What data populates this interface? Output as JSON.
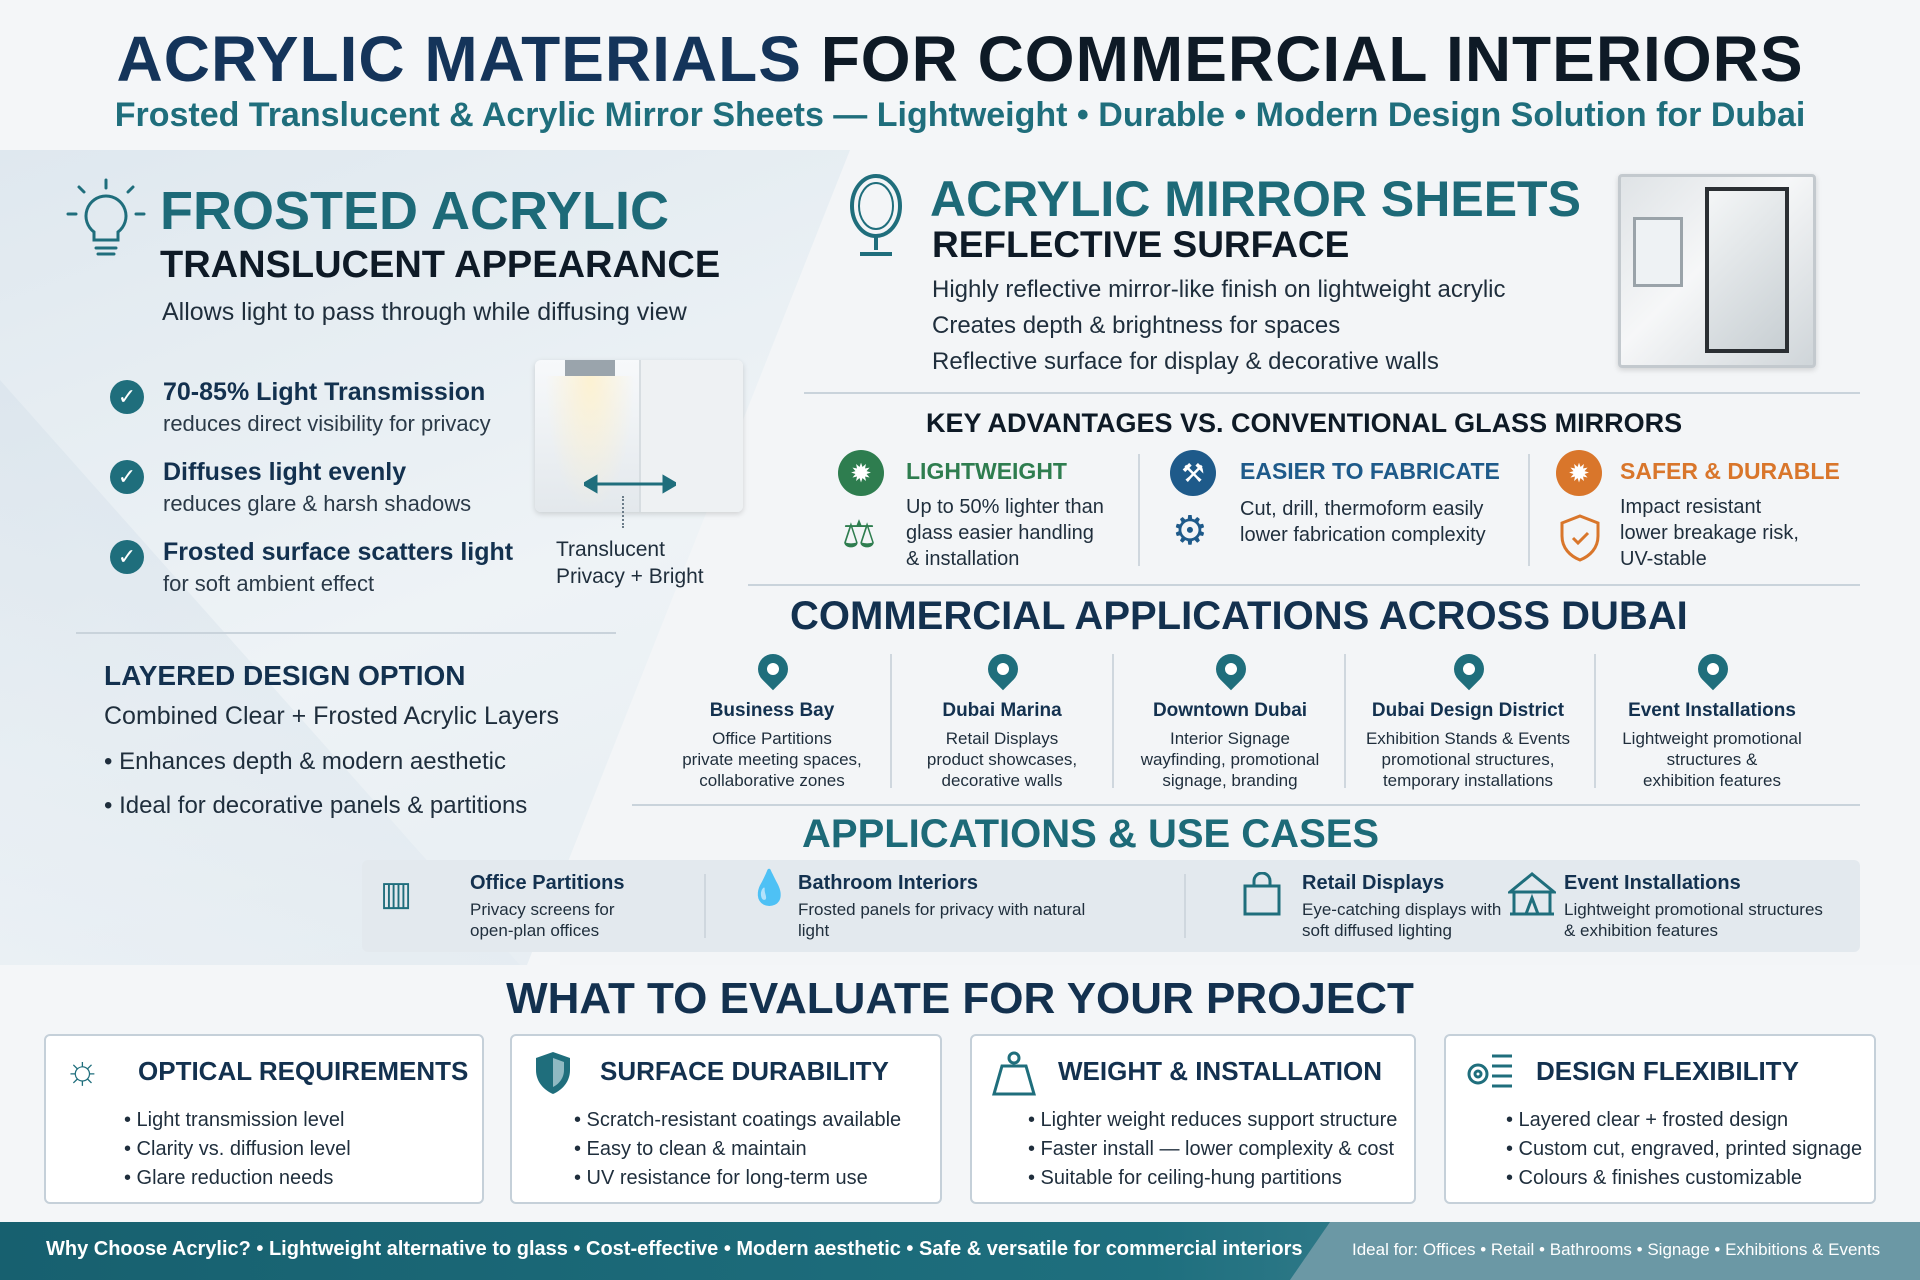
{
  "header": {
    "title_part1": "ACRYLIC MATERIALS",
    "title_part2": "FOR COMMERCIAL INTERIORS",
    "subtitle": "Frosted Translucent & Acrylic Mirror Sheets — Lightweight • Durable • Modern Design Solution for Dubai"
  },
  "frosted": {
    "title": "FROSTED ACRYLIC",
    "subtitle": "TRANSLUCENT APPEARANCE",
    "description": "Allows light to pass through while diffusing view",
    "features": [
      {
        "title": "70-85% Light Transmission",
        "sub": "reduces direct visibility for privacy"
      },
      {
        "title": "Diffuses light evenly",
        "sub": "reduces glare & harsh shadows"
      },
      {
        "title": "Frosted surface scatters light",
        "sub": "for soft ambient effect"
      }
    ],
    "image_caption_line1": "Translucent",
    "image_caption_line2": "Privacy + Bright",
    "layered_title": "LAYERED DESIGN OPTION",
    "layered_sub": "Combined Clear + Frosted Acrylic Layers",
    "layered_bullets": [
      "• Enhances depth & modern aesthetic",
      "• Ideal for decorative panels & partitions"
    ]
  },
  "mirror": {
    "title": "ACRYLIC MIRROR SHEETS",
    "subtitle": "REFLECTIVE SURFACE",
    "lines": [
      "Highly reflective mirror-like finish on lightweight acrylic",
      "Creates depth & brightness for spaces",
      "Reflective surface for display & decorative walls"
    ]
  },
  "advantages": {
    "heading": "KEY ADVANTAGES VS. CONVENTIONAL GLASS MIRRORS",
    "items": [
      {
        "title": "LIGHTWEIGHT",
        "color": "#2e7d4f",
        "text": [
          "Up to 50% lighter than",
          "glass easier handling",
          "& installation"
        ]
      },
      {
        "title": "EASIER TO FABRICATE",
        "color": "#1e5a8a",
        "text": [
          "Cut, drill, thermoform easily",
          "lower fabrication complexity"
        ]
      },
      {
        "title": "SAFER & DURABLE",
        "color": "#d9762b",
        "text": [
          "Impact resistant",
          "lower breakage risk,",
          "UV-stable"
        ]
      }
    ]
  },
  "commercial": {
    "heading": "COMMERCIAL APPLICATIONS ACROSS DUBAI",
    "locations": [
      {
        "name": "Business Bay",
        "lines": [
          "Office Partitions",
          "private meeting spaces,",
          "collaborative zones"
        ]
      },
      {
        "name": "Dubai Marina",
        "lines": [
          "Retail Displays",
          "product showcases,",
          "decorative walls"
        ]
      },
      {
        "name": "Downtown Dubai",
        "lines": [
          "Interior Signage",
          "wayfinding, promotional",
          "signage, branding"
        ]
      },
      {
        "name": "Dubai Design District",
        "lines": [
          "Exhibition Stands & Events",
          "promotional structures,",
          "temporary installations"
        ]
      },
      {
        "name": "Event Installations",
        "lines": [
          "Lightweight promotional",
          "structures &",
          "exhibition features"
        ]
      }
    ]
  },
  "use_cases": {
    "heading": "APPLICATIONS & USE CASES",
    "items": [
      {
        "title": "Office Partitions",
        "lines": [
          "Privacy screens for",
          "open-plan offices"
        ]
      },
      {
        "title": "Bathroom Interiors",
        "lines": [
          "Frosted panels for privacy with natural",
          "light"
        ]
      },
      {
        "title": "Retail Displays",
        "lines": [
          "Eye-catching displays with",
          "soft diffused lighting"
        ]
      },
      {
        "title": "Event Installations",
        "lines": [
          "Lightweight promotional structures",
          "& exhibition features"
        ]
      }
    ]
  },
  "evaluate": {
    "heading": "WHAT TO EVALUATE FOR YOUR PROJECT",
    "cards": [
      {
        "title": "OPTICAL REQUIREMENTS",
        "items": [
          "• Light transmission level",
          "• Clarity vs. diffusion level",
          "• Glare reduction needs"
        ]
      },
      {
        "title": "SURFACE DURABILITY",
        "items": [
          "• Scratch-resistant coatings available",
          "• Easy to clean & maintain",
          "• UV resistance for long-term use"
        ]
      },
      {
        "title": "WEIGHT & INSTALLATION",
        "items": [
          "• Lighter weight reduces support structure",
          "• Faster install — lower complexity & cost",
          "• Suitable for ceiling-hung partitions"
        ]
      },
      {
        "title": "DESIGN FLEXIBILITY",
        "items": [
          "• Layered clear + frosted design",
          "• Custom cut, engraved, printed signage",
          "• Colours & finishes customizable"
        ]
      }
    ]
  },
  "footer": {
    "left": "Why Choose Acrylic? • Lightweight alternative to glass • Cost-effective • Modern aesthetic • Safe & versatile for commercial interiors",
    "right": "Ideal for: Offices • Retail • Bathrooms • Signage • Exhibitions & Events"
  },
  "icons": {
    "bulb": "lightbulb-icon",
    "mirror": "mirror-icon",
    "check": "check-icon",
    "pin": "location-pin-icon"
  }
}
